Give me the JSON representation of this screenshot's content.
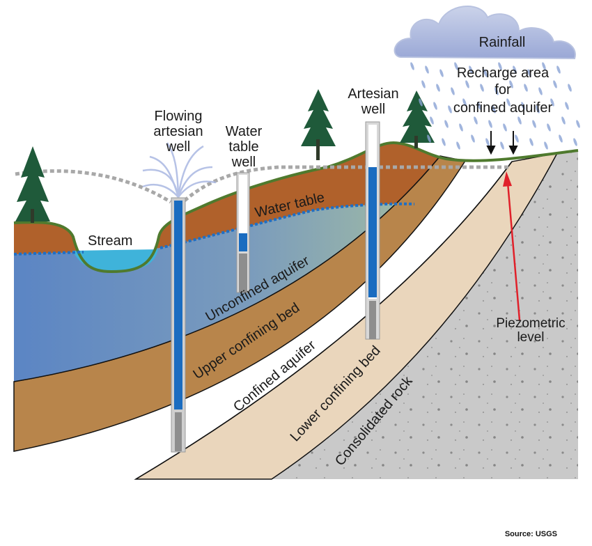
{
  "labels": {
    "rainfall": "Rainfall",
    "recharge_1": "Recharge area",
    "recharge_2": "for",
    "recharge_3": "confined aquifer",
    "flowing_1": "Flowing",
    "flowing_2": "artesian",
    "flowing_3": "well",
    "wtwell_1": "Water",
    "wtwell_2": "table",
    "wtwell_3": "well",
    "artesian_1": "Artesian",
    "artesian_2": "well",
    "stream": "Stream",
    "water_table": "Water table",
    "unconfined_aquifer": "Unconfined aquifer",
    "upper_confining_bed": "Upper confining bed",
    "confined_aquifer": "Confined aquifer",
    "lower_confining_bed": "Lower confining bed",
    "consolidated_rock": "Consolidated rock",
    "piezo_1": "Piezometric",
    "piezo_2": "level"
  },
  "source": "Source: USGS",
  "colors": {
    "soil": "#b0612b",
    "aquifer_left": "#5b85c4",
    "aquifer_right": "#a6c0a0",
    "upper_confining_bed": "#b8854b",
    "lower_confining_bed": "#ead6bc",
    "rock": "#c9c9c9",
    "grass": "#4f7a2e",
    "water_table_line": "#1f6fc4",
    "piezometric_line": "#a8a8a8",
    "well_water": "#1a6cc0",
    "arrow": "#e0202a",
    "tree": "#1f5a3a"
  }
}
